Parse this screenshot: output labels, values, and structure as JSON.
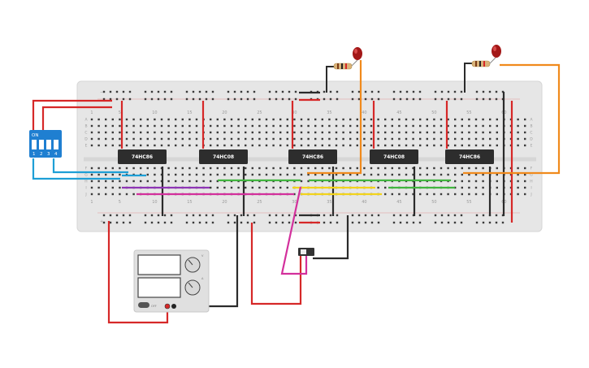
{
  "board": {
    "column_labels": [
      "1",
      "5",
      "10",
      "15",
      "20",
      "25",
      "30",
      "35",
      "40",
      "45",
      "50",
      "55",
      "60"
    ],
    "row_labels_top": [
      "A",
      "B",
      "C",
      "D",
      "E"
    ],
    "row_labels_bottom": [
      "F",
      "G",
      "H",
      "I",
      "J"
    ],
    "rail_minus": "−",
    "rail_plus": "+"
  },
  "chips": [
    {
      "id": "chip-1",
      "label": "74HC86"
    },
    {
      "id": "chip-2",
      "label": "74HC08"
    },
    {
      "id": "chip-3",
      "label": "74HC86"
    },
    {
      "id": "chip-4",
      "label": "74HC08"
    },
    {
      "id": "chip-5",
      "label": "74HC86"
    }
  ],
  "dip_switch": {
    "on_label": "ON",
    "switch_numbers": [
      "1",
      "2",
      "3",
      "4"
    ]
  },
  "power_supply": {
    "knob_labels": [
      "V",
      "A"
    ],
    "switch_label": "OFF"
  },
  "colors": {
    "board": "#e5e5e5",
    "wire_red": "#d62828",
    "wire_black": "#2b2b2b",
    "wire_blue": "#1e9fd6",
    "wire_orange": "#f08a1c",
    "wire_green": "#41b53f",
    "wire_purple": "#8e36b5",
    "wire_pink": "#d3309c",
    "wire_yellow": "#f2d31b",
    "chip": "#2d2d2d",
    "led": "#a31818",
    "dip_body": "#1f7fd1"
  }
}
